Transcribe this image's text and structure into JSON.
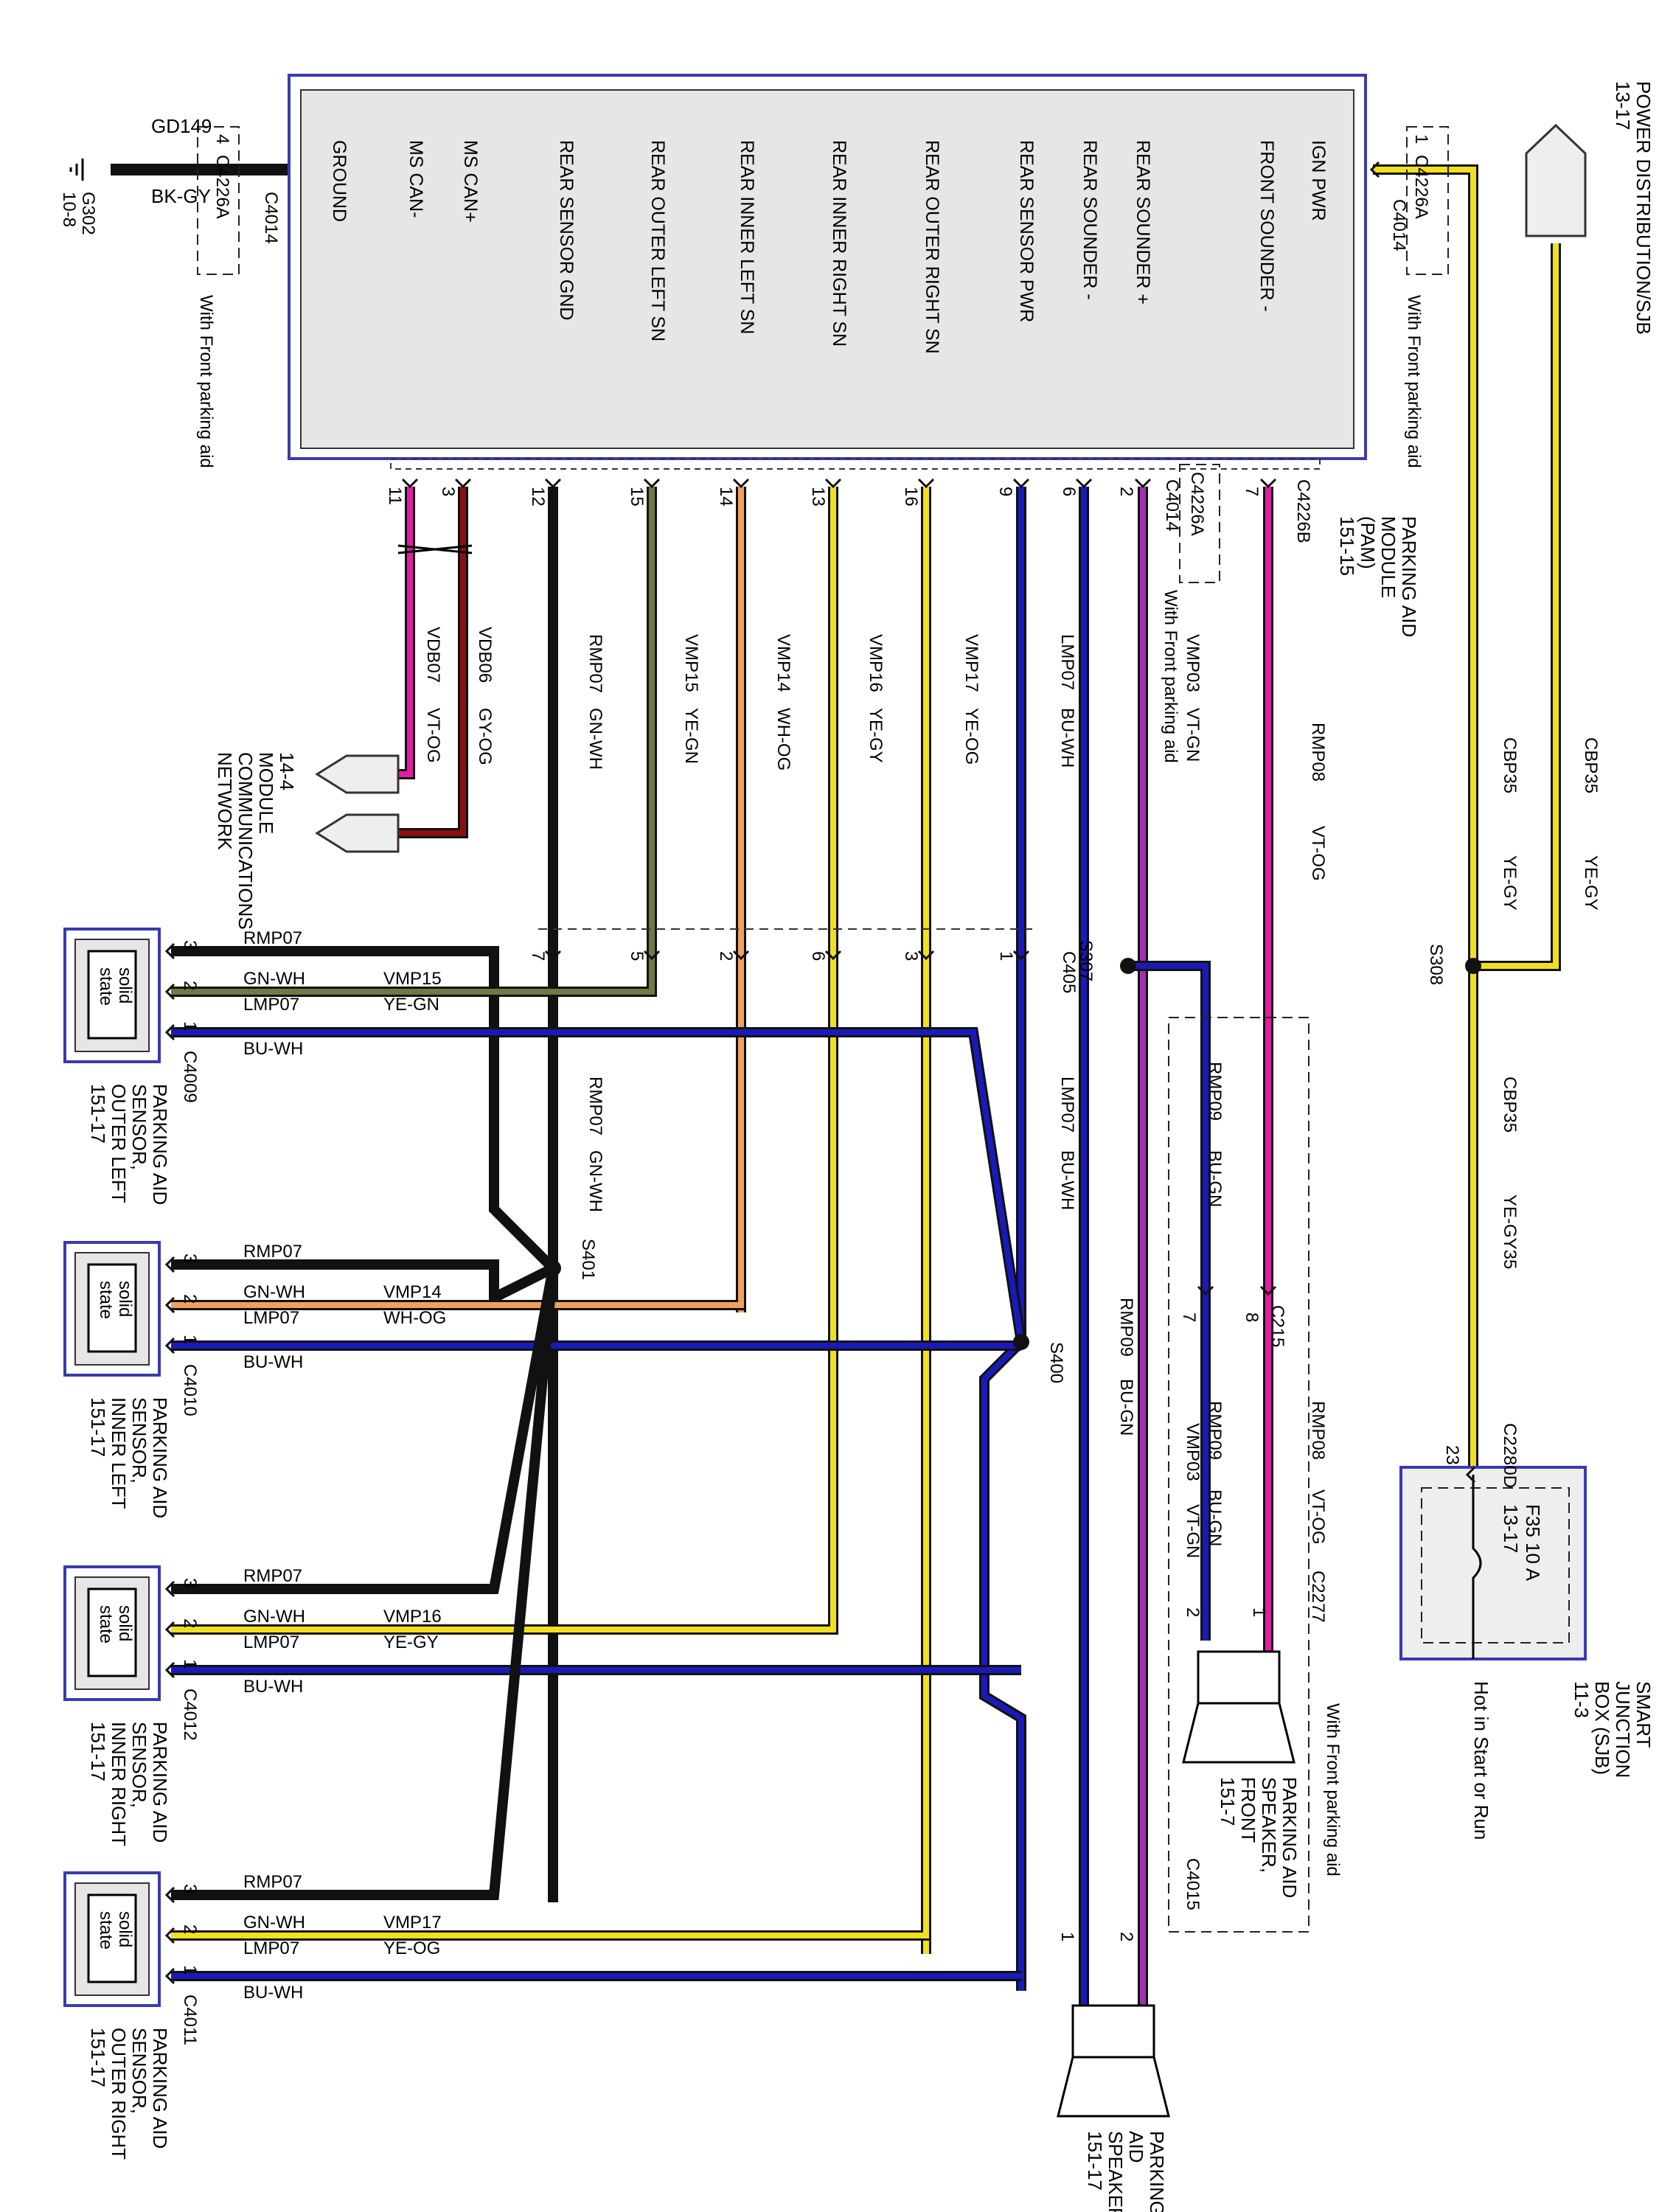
{
  "module": {
    "name": [
      "PARKING AID",
      "MODULE",
      "(PAM)",
      "151-15"
    ],
    "pins": [
      {
        "label": "IGN PWR",
        "pin": ""
      },
      {
        "label": "FRONT SOUNDER -",
        "pin": "7"
      },
      {
        "label": "REAR SOUNDER +",
        "pin": "2"
      },
      {
        "label": "REAR SOUNDER -",
        "pin": "6"
      },
      {
        "label": "REAR SENSOR PWR",
        "pin": "9"
      },
      {
        "label": "REAR OUTER RIGHT SN",
        "pin": "16"
      },
      {
        "label": "REAR INNER RIGHT SN",
        "pin": "13"
      },
      {
        "label": "REAR INNER LEFT SN",
        "pin": "14"
      },
      {
        "label": "REAR OUTER LEFT SN",
        "pin": "15"
      },
      {
        "label": "REAR SENSOR GND",
        "pin": "12"
      },
      {
        "label": "MS CAN+",
        "pin": "3"
      },
      {
        "label": "MS CAN-",
        "pin": "11"
      },
      {
        "label": "GROUND",
        "pin": ""
      }
    ]
  },
  "connectors": {
    "c4014": "C4014",
    "c4226a": "C4226A",
    "c4226b": "C4226B",
    "c405": "C405",
    "c215": "C215",
    "c2277": "C2277",
    "c4015": "C4015",
    "c2280d": "C2280D",
    "c4009": "C4009",
    "c4010": "C4010",
    "c4012": "C4012",
    "c4011": "C4011"
  },
  "splices": {
    "s308": "S308",
    "s307": "S307",
    "s401": "S401",
    "s400": "S400"
  },
  "notes": {
    "front_aid": "With Front parking aid",
    "hot": "Hot in Start or Run"
  },
  "power": {
    "label": "POWER DISTRIBUTION/SJB",
    "ref": "13-17"
  },
  "ground": {
    "circuit": "GD149",
    "color": "BK-GY",
    "point": "G302",
    "ref": "10-8",
    "pin": "4"
  },
  "sjb": {
    "name": [
      "SMART",
      "JUNCTION",
      "BOX (SJB)",
      "11-3"
    ],
    "fuse": "F35",
    "rating": "10 A",
    "ref": "13-17",
    "pin": "23"
  },
  "network": [
    "14-4",
    "MODULE",
    "COMMUNICATIONS",
    "NETWORK"
  ],
  "wires": {
    "cbp35": "CBP35",
    "ye_gy": "YE-GY",
    "ye_gy35": "YE-GY35",
    "rmp08": "RMP08",
    "vt_og": "VT-OG",
    "vmp03": "VMP03",
    "vt_gn": "VT-GN",
    "lmp07": "LMP07",
    "bu_wh": "BU-WH",
    "vmp17": "VMP17",
    "ye_og": "YE-OG",
    "vmp16": "VMP16",
    "ye_gy2": "YE-GY",
    "vmp14": "VMP14",
    "wh_og": "WH-OG",
    "vmp15": "VMP15",
    "ye_gn": "YE-GN",
    "rmp07": "RMP07",
    "gn_wh": "GN-WH",
    "vdb06": "VDB06",
    "gy_og": "GY-OG",
    "vdb07": "VDB07",
    "vt_og2": "VT-OG",
    "rmp09": "RMP09",
    "bu_gn": "BU-GN"
  },
  "c405_pins": [
    "1",
    "3",
    "6",
    "2",
    "5",
    "7"
  ],
  "c215_pins": [
    "8",
    "7"
  ],
  "front_speaker": {
    "name": [
      "PARKING AID",
      "SPEAKER,",
      "FRONT",
      "151-7"
    ],
    "pins": [
      "1",
      "2"
    ]
  },
  "rear_speaker": {
    "name": [
      "PARKING",
      "AID",
      "SPEAKER",
      "151-17"
    ],
    "pins": [
      "2",
      "1"
    ]
  },
  "sensors": [
    {
      "name": [
        "PARKING AID",
        "SENSOR,",
        "OUTER LEFT",
        "151-17"
      ],
      "state": [
        "solid",
        "state"
      ],
      "pins": [
        "3",
        "2",
        "1"
      ],
      "wires": [
        "RMP07",
        "GN-WH",
        "LMP07",
        "BU-WH"
      ],
      "sig": [
        "VMP15",
        "YE-GN"
      ]
    },
    {
      "name": [
        "PARKING AID",
        "SENSOR,",
        "INNER LEFT",
        "151-17"
      ],
      "state": [
        "solid",
        "state"
      ],
      "pins": [
        "3",
        "2",
        "1"
      ],
      "wires": [
        "RMP07",
        "GN-WH",
        "LMP07",
        "BU-WH"
      ],
      "sig": [
        "VMP14",
        "WH-OG"
      ]
    },
    {
      "name": [
        "PARKING AID",
        "SENSOR,",
        "INNER RIGHT",
        "151-17"
      ],
      "state": [
        "solid",
        "state"
      ],
      "pins": [
        "3",
        "2",
        "1"
      ],
      "wires": [
        "RMP07",
        "GN-WH",
        "LMP07",
        "BU-WH"
      ],
      "sig": [
        "VMP16",
        "YE-GY"
      ]
    },
    {
      "name": [
        "PARKING AID",
        "SENSOR,",
        "OUTER RIGHT",
        "151-17"
      ],
      "state": [
        "solid",
        "state"
      ],
      "pins": [
        "3",
        "2",
        "1"
      ],
      "wires": [
        "RMP07",
        "GN-WH",
        "LMP07",
        "BU-WH"
      ],
      "sig": [
        "VMP17",
        "YE-OG"
      ]
    }
  ],
  "colors": {
    "border": "#3a3ab0",
    "yellow": "#f0e020",
    "gray": "#8a8a8a",
    "magenta": "#e020a0",
    "violet": "#a030b0",
    "blue": "#1a1ab8",
    "orange": "#f0a060",
    "green": "#707a40",
    "black": "#111111",
    "red": "#8a1010",
    "moduleFill": "#e6e6e6"
  }
}
